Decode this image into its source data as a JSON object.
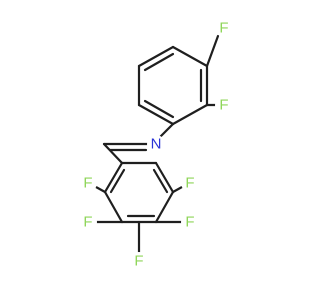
{
  "molecule": {
    "atoms": [
      {
        "id": "F1",
        "symbol": "F",
        "color": "#8fd65a"
      },
      {
        "id": "F2",
        "symbol": "F",
        "color": "#8fd65a"
      },
      {
        "id": "N",
        "symbol": "N",
        "color": "#2a34d6"
      },
      {
        "id": "F3",
        "symbol": "F",
        "color": "#8fd65a"
      },
      {
        "id": "F4",
        "symbol": "F",
        "color": "#8fd65a"
      },
      {
        "id": "F5",
        "symbol": "F",
        "color": "#8fd65a"
      },
      {
        "id": "F6",
        "symbol": "F",
        "color": "#8fd65a"
      },
      {
        "id": "F7",
        "symbol": "F",
        "color": "#8fd65a"
      }
    ],
    "bond_color": "#1f1f1f"
  }
}
